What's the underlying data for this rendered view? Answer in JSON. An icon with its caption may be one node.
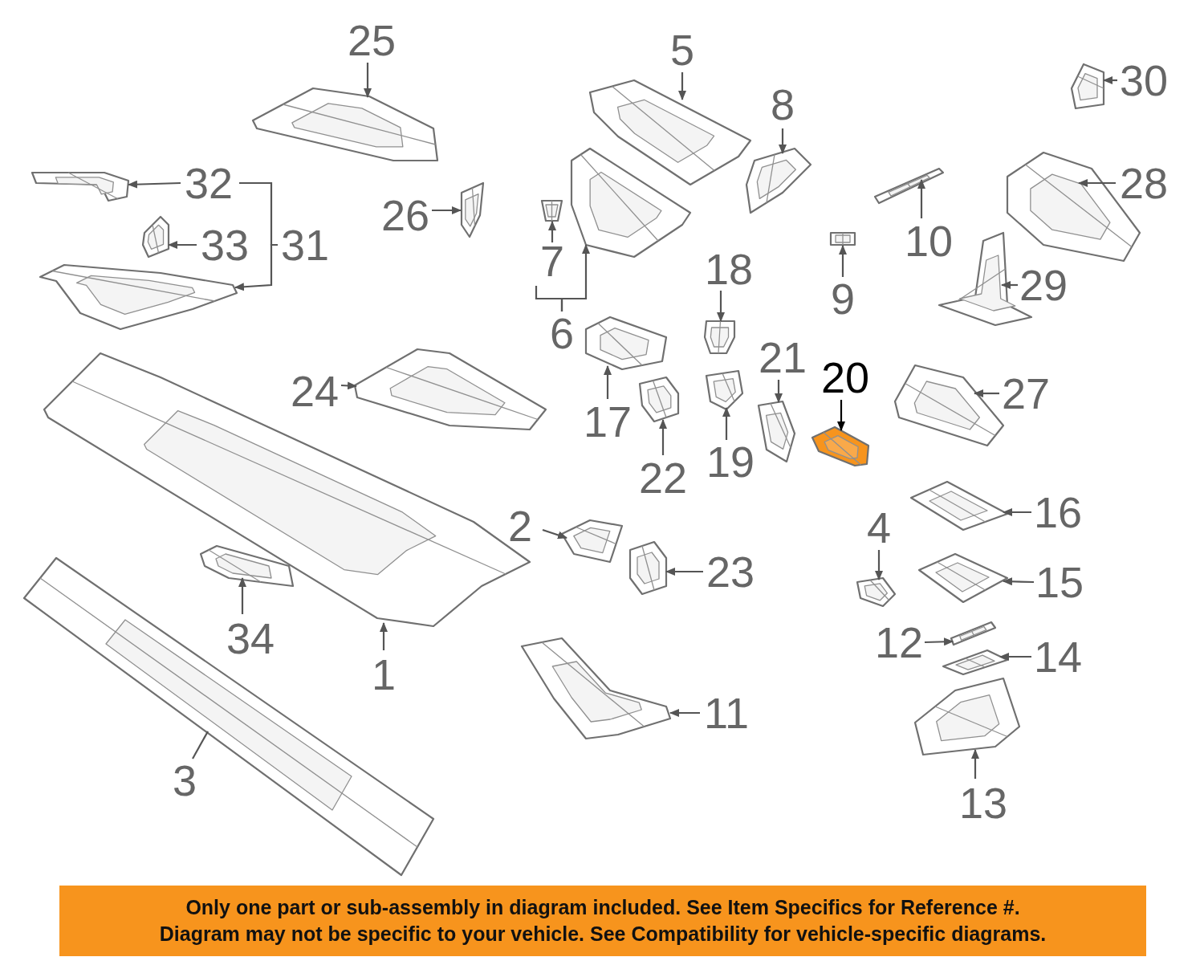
{
  "diagram": {
    "nodes": [
      {
        "text": [
          "1"
        ]
      },
      {
        "text": [
          "2"
        ]
      },
      {
        "text": [
          "3"
        ]
      },
      {
        "text": [
          "4"
        ]
      },
      {
        "text": [
          "5"
        ]
      },
      {
        "text": [
          "6"
        ]
      },
      {
        "text": [
          "7"
        ]
      },
      {
        "text": [
          "8"
        ]
      },
      {
        "text": [
          "9"
        ]
      },
      {
        "text": [
          "10"
        ]
      },
      {
        "text": [
          "11"
        ]
      },
      {
        "text": [
          "12"
        ]
      },
      {
        "text": [
          "13"
        ]
      },
      {
        "text": [
          "14"
        ]
      },
      {
        "text": [
          "15"
        ]
      },
      {
        "text": [
          "16"
        ]
      },
      {
        "text": [
          "17"
        ]
      },
      {
        "text": [
          "18"
        ]
      },
      {
        "text": [
          "19"
        ]
      },
      {
        "text": [
          "20"
        ]
      },
      {
        "text": [
          "21"
        ]
      },
      {
        "text": [
          "22"
        ]
      },
      {
        "text": [
          "23"
        ]
      },
      {
        "text": [
          "24"
        ]
      },
      {
        "text": [
          "25"
        ]
      },
      {
        "text": [
          "26"
        ]
      },
      {
        "text": [
          "27"
        ]
      },
      {
        "text": [
          "28"
        ]
      },
      {
        "text": [
          "29"
        ]
      },
      {
        "text": [
          "30"
        ]
      },
      {
        "text": [
          "31"
        ]
      },
      {
        "text": [
          "32"
        ]
      },
      {
        "text": [
          "33"
        ]
      },
      {
        "text": [
          "34"
        ]
      },
      {
        "text": [],
        "shape": "picture"
      },
      {
        "text": [],
        "shape": "picture"
      },
      {
        "text": [],
        "shape": "picture"
      },
      {
        "text": [],
        "shape": "picture"
      },
      {
        "text": [],
        "shape": "picture"
      },
      {
        "text": [],
        "shape": "picture"
      },
      {
        "text": [],
        "shape": "picture"
      },
      {
        "text": [],
        "shape": "picture"
      },
      {
        "text": [],
        "shape": "picture"
      },
      {
        "text": [],
        "shape": "picture"
      },
      {
        "text": [],
        "shape": "picture"
      },
      {
        "text": [],
        "shape": "picture"
      },
      {
        "text": [],
        "shape": "picture"
      },
      {
        "text": [],
        "shape": "picture"
      },
      {
        "text": [],
        "shape": "picture"
      },
      {
        "text": [],
        "shape": "picture"
      },
      {
        "text": [],
        "shape": "picture"
      },
      {
        "text": [],
        "shape": "picture"
      },
      {
        "text": [],
        "shape": "picture"
      },
      {
        "text": [],
        "shape": "picture"
      },
      {
        "text": [],
        "shape": "picture"
      },
      {
        "text": [],
        "shape": "picture"
      },
      {
        "text": [],
        "shape": "picture"
      },
      {
        "text": [],
        "shape": "picture"
      },
      {
        "text": [],
        "shape": "picture"
      },
      {
        "text": [],
        "shape": "picture"
      },
      {
        "text": [],
        "shape": "picture"
      },
      {
        "text": [],
        "shape": "picture"
      },
      {
        "text": [],
        "shape": "picture"
      },
      {
        "text": [],
        "shape": "picture"
      },
      {
        "text": [],
        "shape": "picture"
      },
      {
        "text": [],
        "shape": "picture"
      },
      {
        "text": [],
        "shape": "picture"
      },
      {
        "text": [],
        "shape": "picture"
      },
      {
        "text": [
          "Only one part or sub-assembly in diagram included. See Item Specifics for Reference #.",
          "Diagram may not be specific to your vehicle. See Compatibility for vehicle-specific diagrams."
        ]
      }
    ],
    "edges": [
      {
        "from": 0,
        "to": 34,
        "arrow": "to"
      },
      {
        "from": 1,
        "to": 35,
        "arrow": "to"
      },
      {
        "from": 2,
        "to": 36,
        "arrow": "none"
      },
      {
        "from": 3,
        "to": 37,
        "arrow": "to"
      },
      {
        "from": 4,
        "to": 38,
        "arrow": "to"
      },
      {
        "from": 5,
        "to": 39,
        "arrow": "to"
      },
      {
        "from": 6,
        "to": 40,
        "arrow": "to"
      },
      {
        "from": 7,
        "to": 41,
        "arrow": "to"
      },
      {
        "from": 8,
        "to": 42,
        "arrow": "to"
      },
      {
        "from": 9,
        "to": 43,
        "arrow": "to"
      },
      {
        "from": 10,
        "to": 44,
        "arrow": "to"
      },
      {
        "from": 11,
        "to": 45,
        "arrow": "to"
      },
      {
        "from": 12,
        "to": 46,
        "arrow": "to"
      },
      {
        "from": 13,
        "to": 47,
        "arrow": "to"
      },
      {
        "from": 14,
        "to": 48,
        "arrow": "to"
      },
      {
        "from": 15,
        "to": 49,
        "arrow": "to"
      },
      {
        "from": 16,
        "to": 50,
        "arrow": "to"
      },
      {
        "from": 17,
        "to": 51,
        "arrow": "to"
      },
      {
        "from": 18,
        "to": 52,
        "arrow": "to"
      },
      {
        "from": 19,
        "to": 53,
        "arrow": "to",
        "color": "#000000"
      },
      {
        "from": 20,
        "to": 54,
        "arrow": "to"
      },
      {
        "from": 21,
        "to": 55,
        "arrow": "to"
      },
      {
        "from": 22,
        "to": 56,
        "arrow": "to"
      },
      {
        "from": 23,
        "to": 57,
        "arrow": "to"
      },
      {
        "from": 24,
        "to": 58,
        "arrow": "to"
      },
      {
        "from": 25,
        "to": 59,
        "arrow": "to"
      },
      {
        "from": 26,
        "to": 60,
        "arrow": "to"
      },
      {
        "from": 27,
        "to": 61,
        "arrow": "to"
      },
      {
        "from": 28,
        "to": 62,
        "arrow": "to"
      },
      {
        "from": 29,
        "to": 63,
        "arrow": "to"
      },
      {
        "from": 30,
        "to": 64,
        "arrow": "to"
      },
      {
        "from": 31,
        "to": 65,
        "arrow": "to"
      },
      {
        "from": 32,
        "to": 66,
        "arrow": "to"
      },
      {
        "from": 33,
        "to": 67,
        "arrow": "to"
      },
      {
        "from": 5,
        "to": 6,
        "arrow": "none"
      },
      {
        "from": 30,
        "to": 31,
        "arrow": "none"
      }
    ]
  }
}
